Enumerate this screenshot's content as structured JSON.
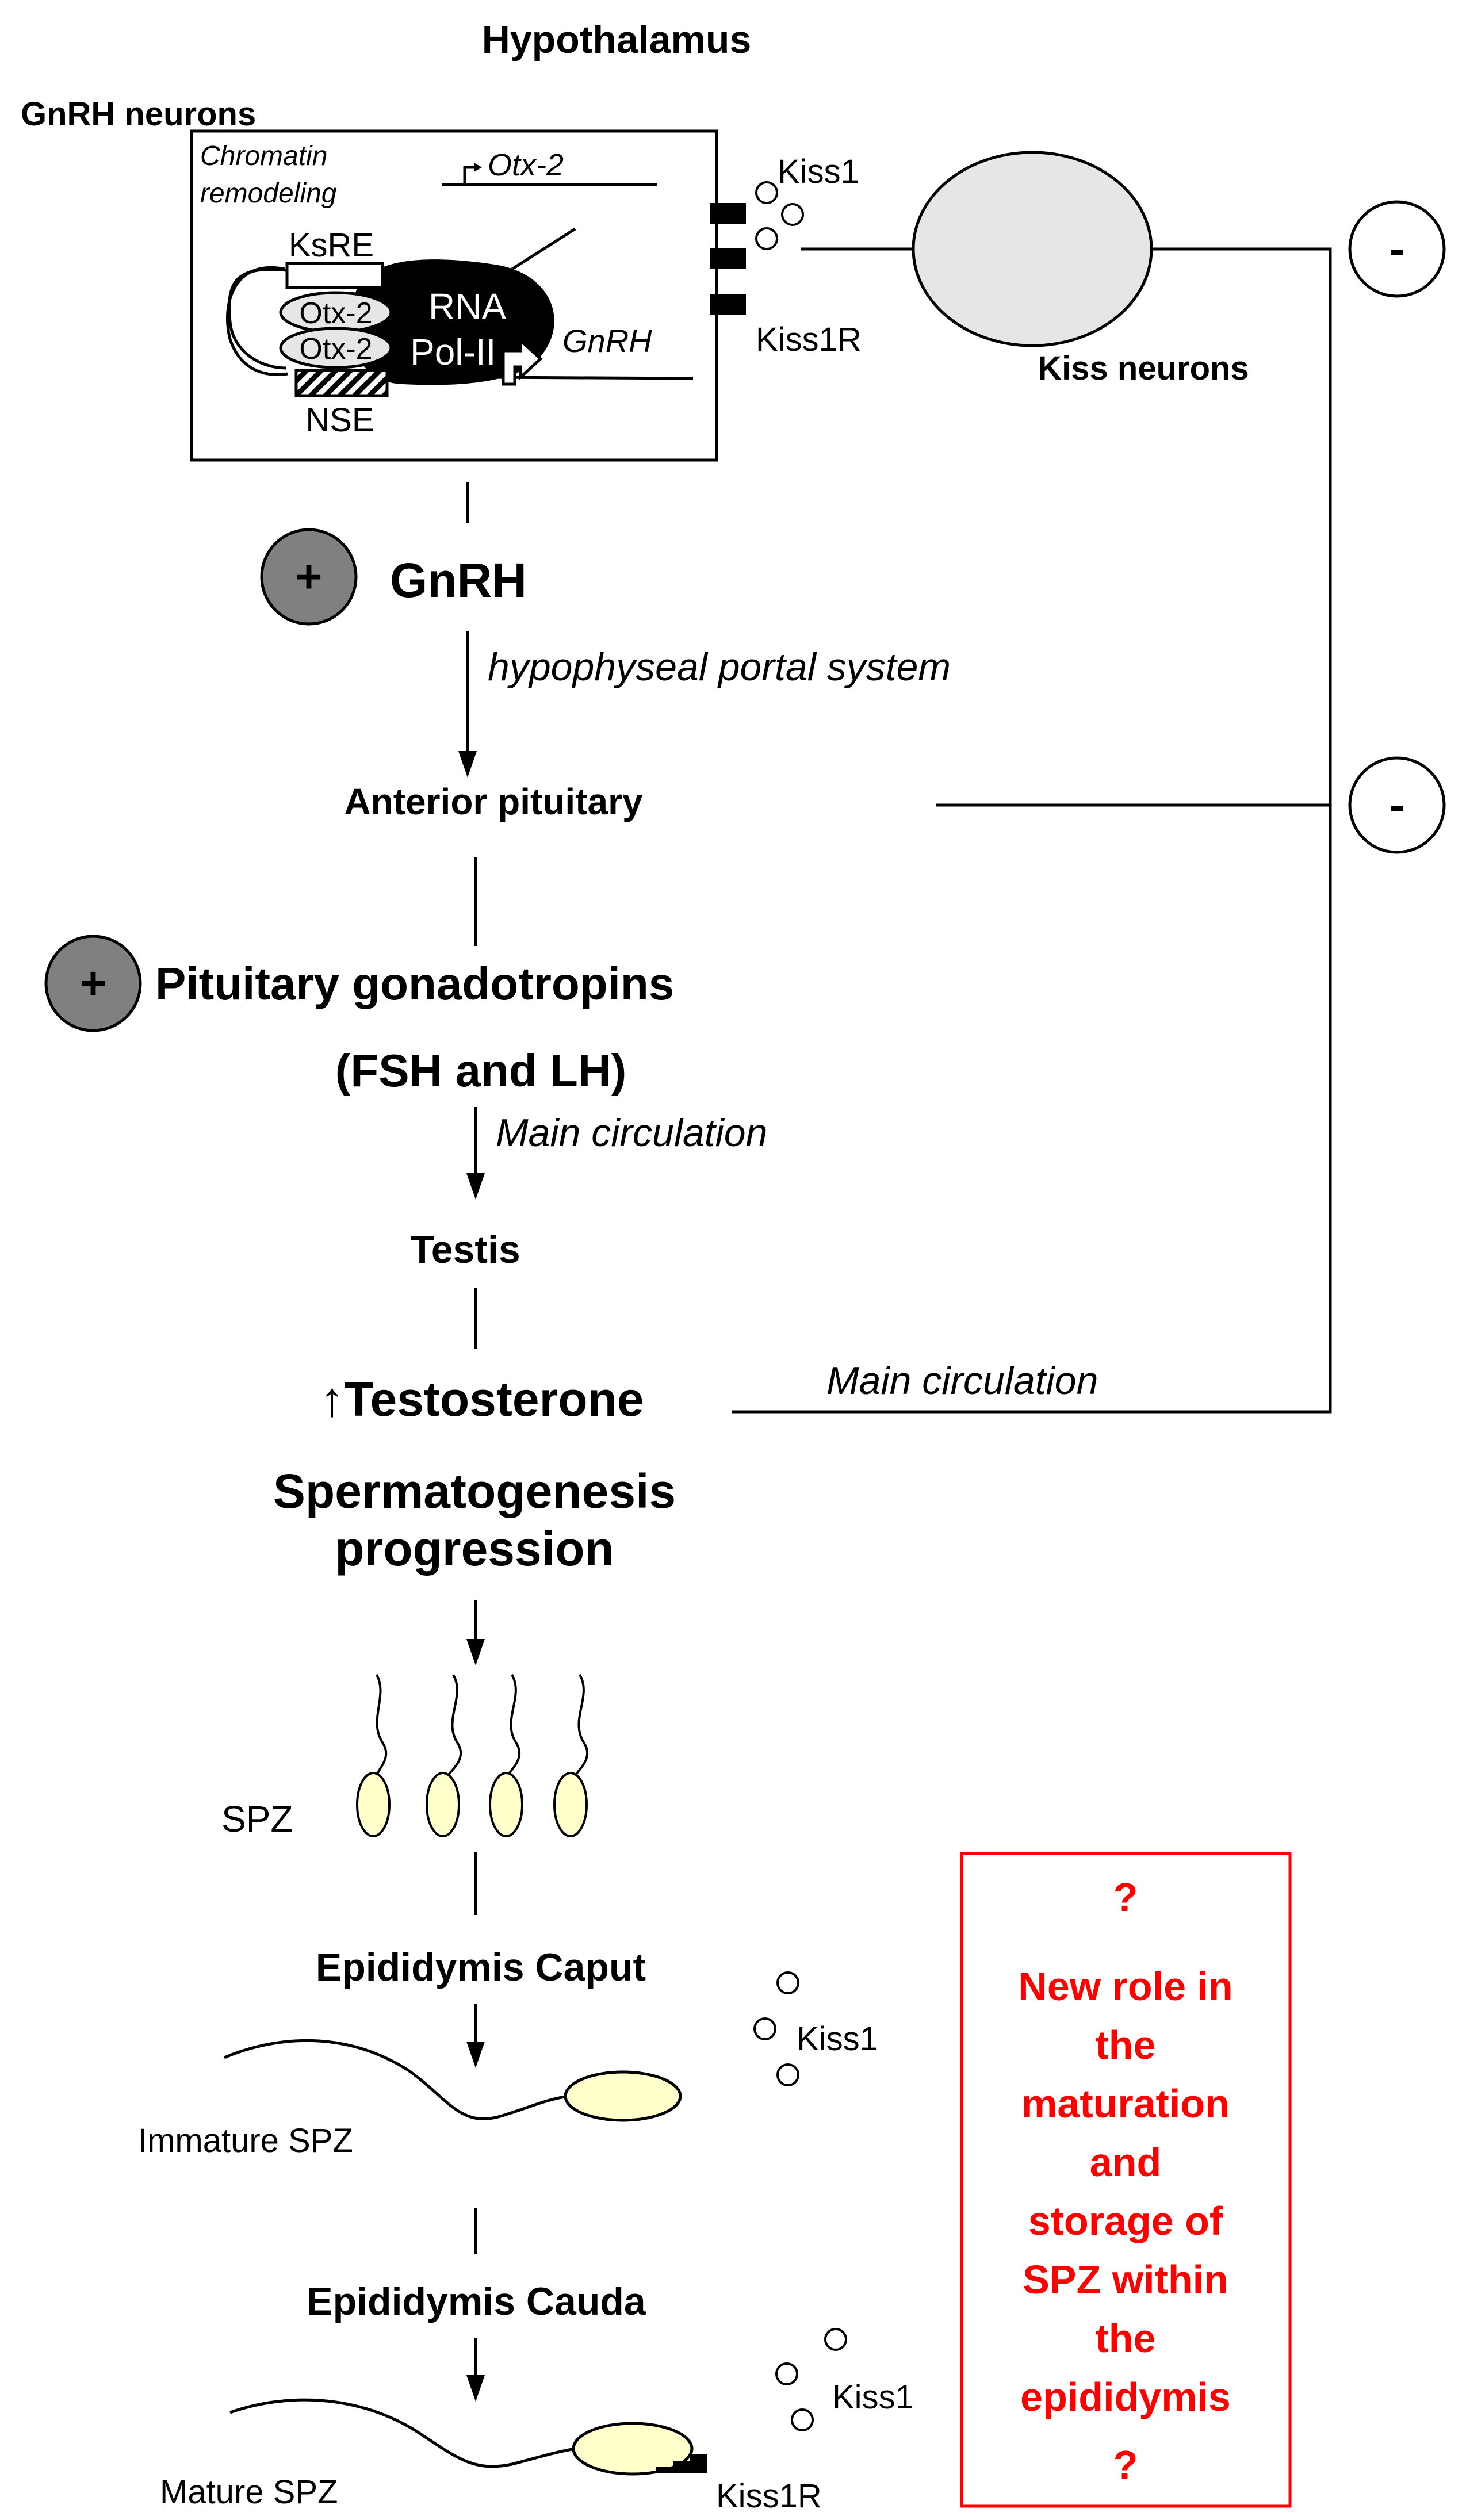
{
  "hypothalamus": {
    "title": "Hypothalamus",
    "gnrh_neurons_label": "GnRH neurons",
    "chromatin_line1": "Chromatin",
    "chromatin_line2": "remodeling",
    "otx2_gene": "Otx-2",
    "ksre": "KsRE",
    "otx2_protein_1": "Otx-2",
    "otx2_protein_2": "Otx-2",
    "rna_label": "RNA",
    "pol_label": "Pol-II",
    "gnrh_gene": "GnRH",
    "nse": "NSE",
    "kiss1": "Kiss1",
    "kiss1r": "Kiss1R",
    "kiss_neurons": "Kiss neurons"
  },
  "axis": {
    "plus_sign": "+",
    "minus_sign": "-",
    "gnrh": "GnRH",
    "portal_system": "hypophyseal portal system",
    "anterior_pituitary": "Anterior pituitary",
    "gonadotropins_line1": "Pituitary gonadotropins",
    "gonadotropins_line2": "(FSH and LH)",
    "main_circulation_1": "Main circulation",
    "testis": "Testis",
    "testosterone": "↑Testosterone",
    "main_circulation_2": "Main circulation",
    "spermatogenesis_line1": "Spermatogenesis",
    "spermatogenesis_line2": "progression"
  },
  "epididymis": {
    "spz": "SPZ",
    "caput": "Epididymis Caput",
    "immature_spz": "Immature SPZ",
    "kiss1_caput": "Kiss1",
    "cauda": "Epididymis Cauda",
    "mature_spz": "Mature SPZ",
    "kiss1_cauda": "Kiss1",
    "kiss1r_spz": "Kiss1R"
  },
  "new_role_box": {
    "q_top": "?",
    "lines": [
      "New role in",
      "the",
      "maturation",
      "and",
      "storage of",
      "SPZ within",
      "the",
      "epididymis"
    ],
    "q_bottom": "?"
  },
  "colors": {
    "red": "#ff0000",
    "plus_circle": "#808080",
    "kiss_neuron_fill": "#e6e6e6",
    "spz_fill": "#ffffcc"
  }
}
